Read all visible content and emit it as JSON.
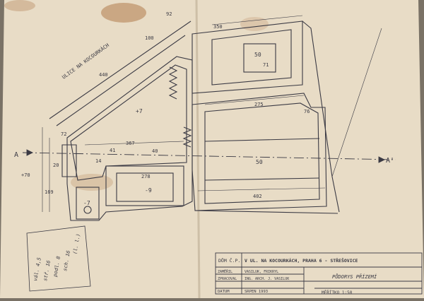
{
  "street_label": "ULICE NA KOCOURKÁCH",
  "section_labels": [
    "A",
    "A'"
  ],
  "room_labels": [
    "+7",
    "-9",
    "-7",
    "50",
    "50"
  ],
  "dimension_labels": [
    "92",
    "100",
    "440",
    "367",
    "278",
    "275",
    "402",
    "41",
    "40",
    "+70",
    "169",
    "72",
    "20",
    "14",
    "76",
    "350",
    "71"
  ],
  "title_block": {
    "building": "DŮM Č.P.",
    "address": "V UL. NA KOCOURKÁCH, PRAHA 6 - STŘEŠOVICE",
    "label_drew": "ZAMĚŘIL",
    "drew": "VASILUK, FRIKRYL",
    "label_processed": "ZPRACOVAL",
    "processed": "ING. ARCH. J. VASILUK",
    "label_date": "DATUM",
    "date": "SRPEN 1993",
    "drawing_title": "PŮDORYS PŘÍZEMÍ",
    "scale": "MĚŘÍTKO 1:50"
  },
  "notes": [
    "vál. 4,5",
    "stř. 16",
    "podl. 8",
    "sch. 16",
    "(l. l.)"
  ],
  "colors": {
    "paper": "#e8dcc6",
    "ink": "#3b3a44",
    "stain": "#b07c4c",
    "background": "#7a7266"
  }
}
